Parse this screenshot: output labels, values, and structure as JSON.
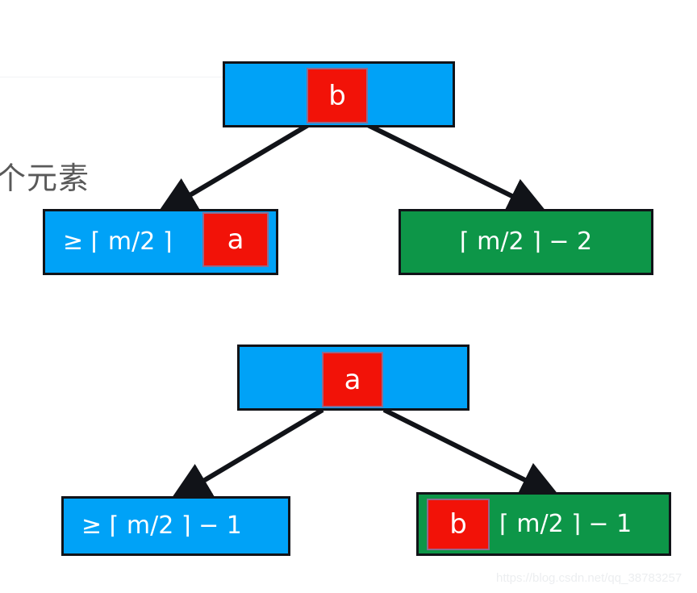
{
  "figure": {
    "title_note": "个元素",
    "watermark": "https://blog.csdn.net/qq_38783257",
    "colors": {
      "blue": "#00a2f7",
      "green": "#0d9648",
      "red": "#f21208",
      "outline": "#111318",
      "text": "#ffffff",
      "chip_border": "#8f6a8d",
      "note_text": "#595959",
      "watermark_text": "#eceef0"
    }
  },
  "trees": [
    {
      "name": "tree-top",
      "root": {
        "fill": "blue",
        "label": "",
        "chip": "b"
      },
      "children": [
        {
          "fill": "blue",
          "label": "≥ ⌈ m/2 ⌉",
          "chip": "a",
          "side": "left"
        },
        {
          "fill": "green",
          "label": "⌈ m/2 ⌉ − 2",
          "chip": "",
          "side": "right"
        }
      ]
    },
    {
      "name": "tree-bottom",
      "root": {
        "fill": "blue",
        "label": "",
        "chip": "a"
      },
      "children": [
        {
          "fill": "blue",
          "label": "≥ ⌈ m/2 ⌉ − 1",
          "chip": "",
          "side": "left"
        },
        {
          "fill": "green",
          "label": "⌈ m/2 ⌉ − 1",
          "chip": "b",
          "side": "right"
        }
      ]
    }
  ]
}
